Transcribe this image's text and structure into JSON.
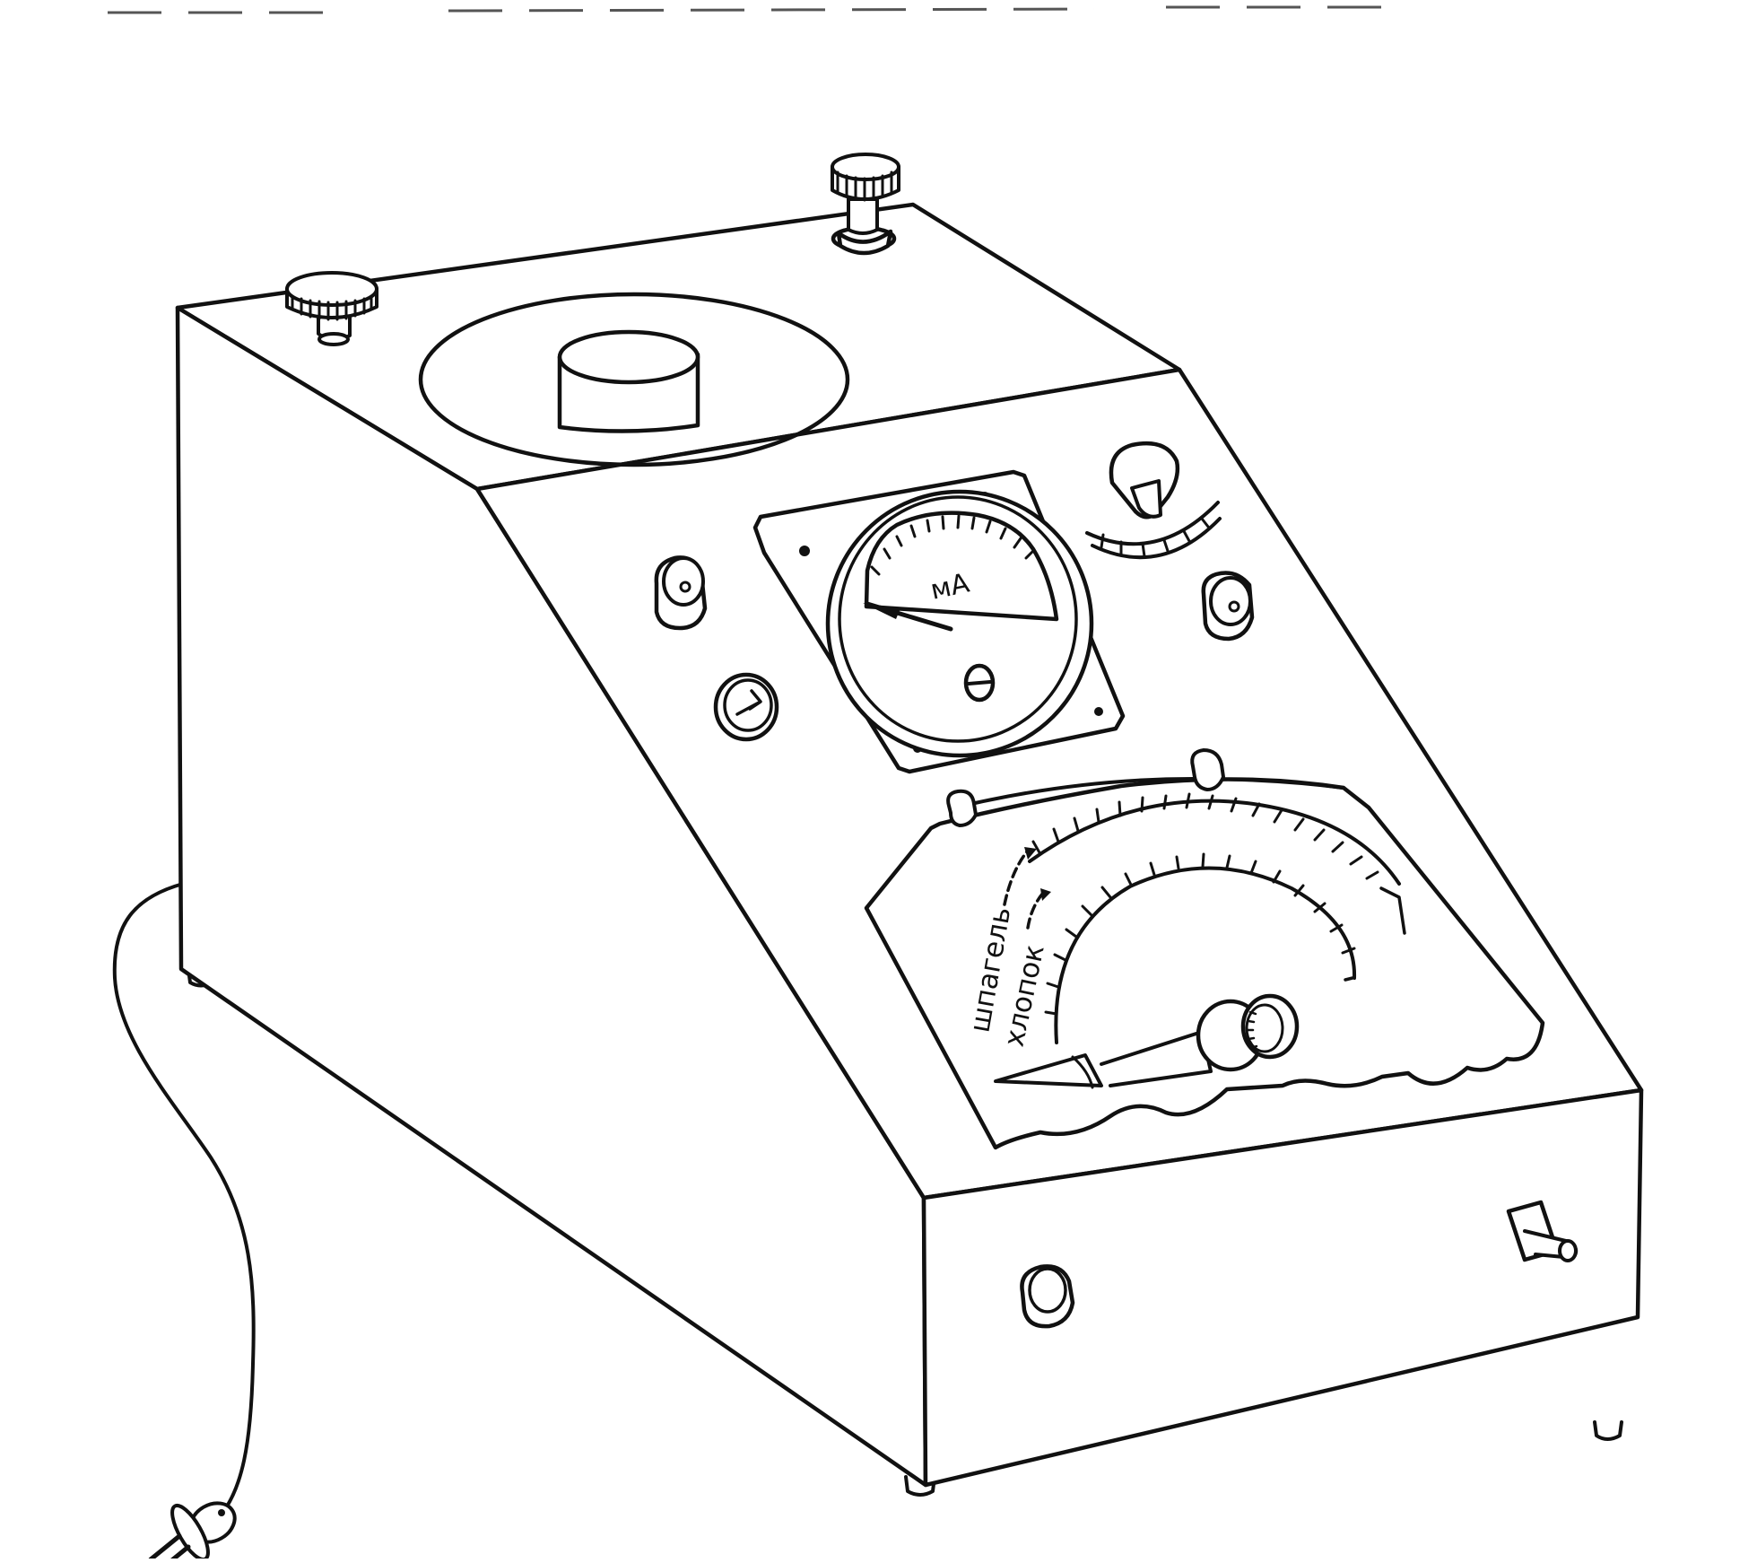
{
  "meter": {
    "unit_label": "мА"
  },
  "dial": {
    "scale_outer_label": "шпагель",
    "scale_inner_label": "хлопок"
  },
  "colors": {
    "ink": "#111111",
    "paper": "#ffffff"
  }
}
